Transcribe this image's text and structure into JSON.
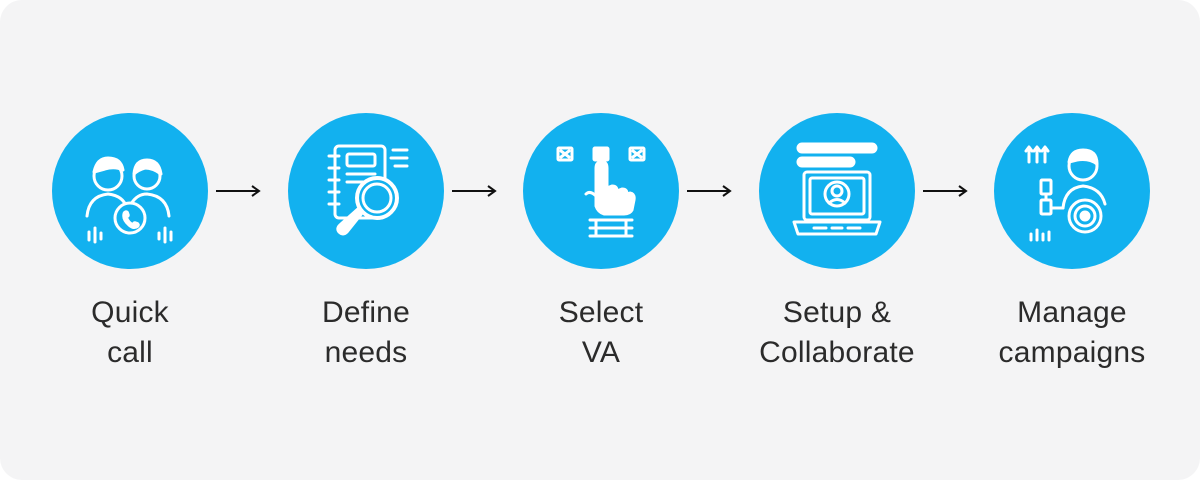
{
  "colors": {
    "circle": "#12b1ef",
    "icon": "#ffffff",
    "panel": "#f4f4f5",
    "text": "#2b2b2b",
    "arrow": "#111111"
  },
  "steps": [
    {
      "icon": "two-people-phone-icon",
      "line1": "Quick",
      "line2": "call"
    },
    {
      "icon": "notebook-magnifier-icon",
      "line1": "Define",
      "line2": "needs"
    },
    {
      "icon": "hand-select-icon",
      "line1": "Select",
      "line2": "VA"
    },
    {
      "icon": "laptop-video-call-icon",
      "line1": "Setup &",
      "line2": "Collaborate"
    },
    {
      "icon": "person-gear-dashboard-icon",
      "line1": "Manage",
      "line2": "campaigns"
    }
  ]
}
